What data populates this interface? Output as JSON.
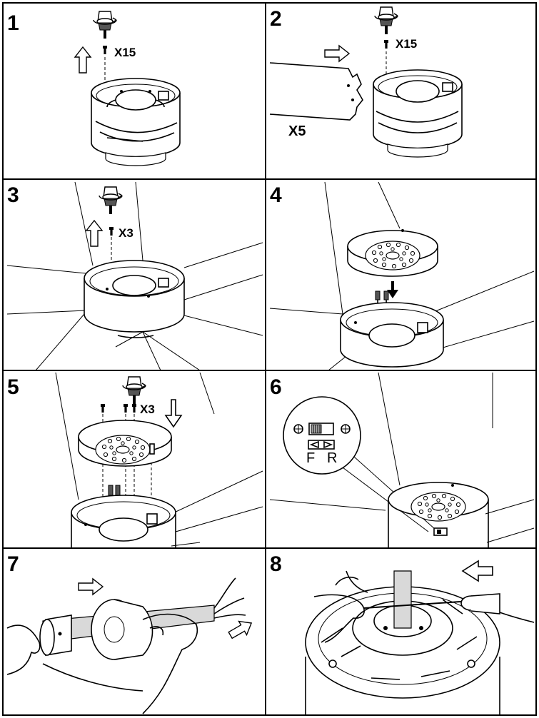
{
  "steps": [
    {
      "number": "1",
      "quantity": "X15"
    },
    {
      "number": "2",
      "quantity": "X15",
      "blade_count": "X5"
    },
    {
      "number": "3",
      "quantity": "X3"
    },
    {
      "number": "4"
    },
    {
      "number": "5",
      "quantity": "X3"
    },
    {
      "number": "6",
      "switch_labels": {
        "forward": "F",
        "reverse": "R"
      }
    },
    {
      "number": "7"
    },
    {
      "number": "8"
    }
  ],
  "colors": {
    "line": "#000000",
    "background": "#ffffff",
    "shade": "#d9d9d9"
  }
}
